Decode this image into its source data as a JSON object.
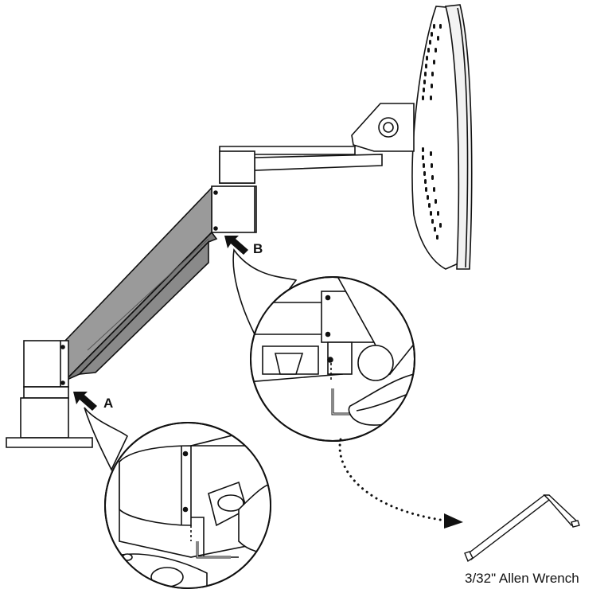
{
  "diagram": {
    "callouts": [
      {
        "id": "A",
        "label": "A"
      },
      {
        "id": "B",
        "label": "B"
      }
    ],
    "tool": {
      "caption": "3/32\" Allen Wrench",
      "icon": "allen-wrench-icon"
    },
    "colors": {
      "ink": "#111111",
      "arm_fill": "#9a9a9a",
      "arm_shadow": "#7a7a7a",
      "screen_fill": "#f2f2f2",
      "hand_fill": "#ffffff"
    }
  }
}
